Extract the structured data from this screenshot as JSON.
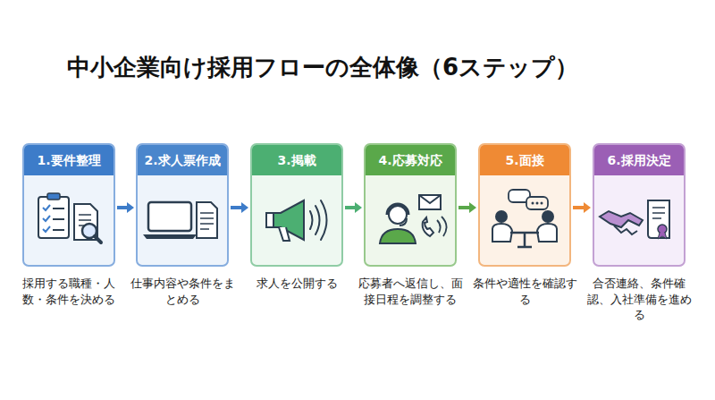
{
  "diagram": {
    "title": "中小企業向け採用フローの全体像（6ステップ）",
    "nodes": [
      {
        "text": [
          "1.要件整理",
          "採用する職種・人数・条件を決める"
        ]
      },
      {
        "text": [
          "2.求人票作成",
          "仕事内容や条件をまとめる"
        ]
      },
      {
        "text": [
          "3.掲載",
          "求人を公開する"
        ]
      },
      {
        "text": [
          "4.応募対応",
          "応募者へ返信し、面接日程を調整する"
        ]
      },
      {
        "text": [
          "5.面接",
          "条件や適性を確認する"
        ]
      },
      {
        "text": [
          "6.採用決定",
          "合否連絡、条件確認、入社準備を進める"
        ]
      }
    ],
    "edges": [
      {
        "from": 0,
        "to": 1,
        "arrow": "to"
      },
      {
        "from": 1,
        "to": 2,
        "arrow": "to"
      },
      {
        "from": 2,
        "to": 3,
        "arrow": "to"
      },
      {
        "from": 3,
        "to": 4,
        "arrow": "to"
      },
      {
        "from": 4,
        "to": 5,
        "arrow": "to"
      }
    ]
  }
}
